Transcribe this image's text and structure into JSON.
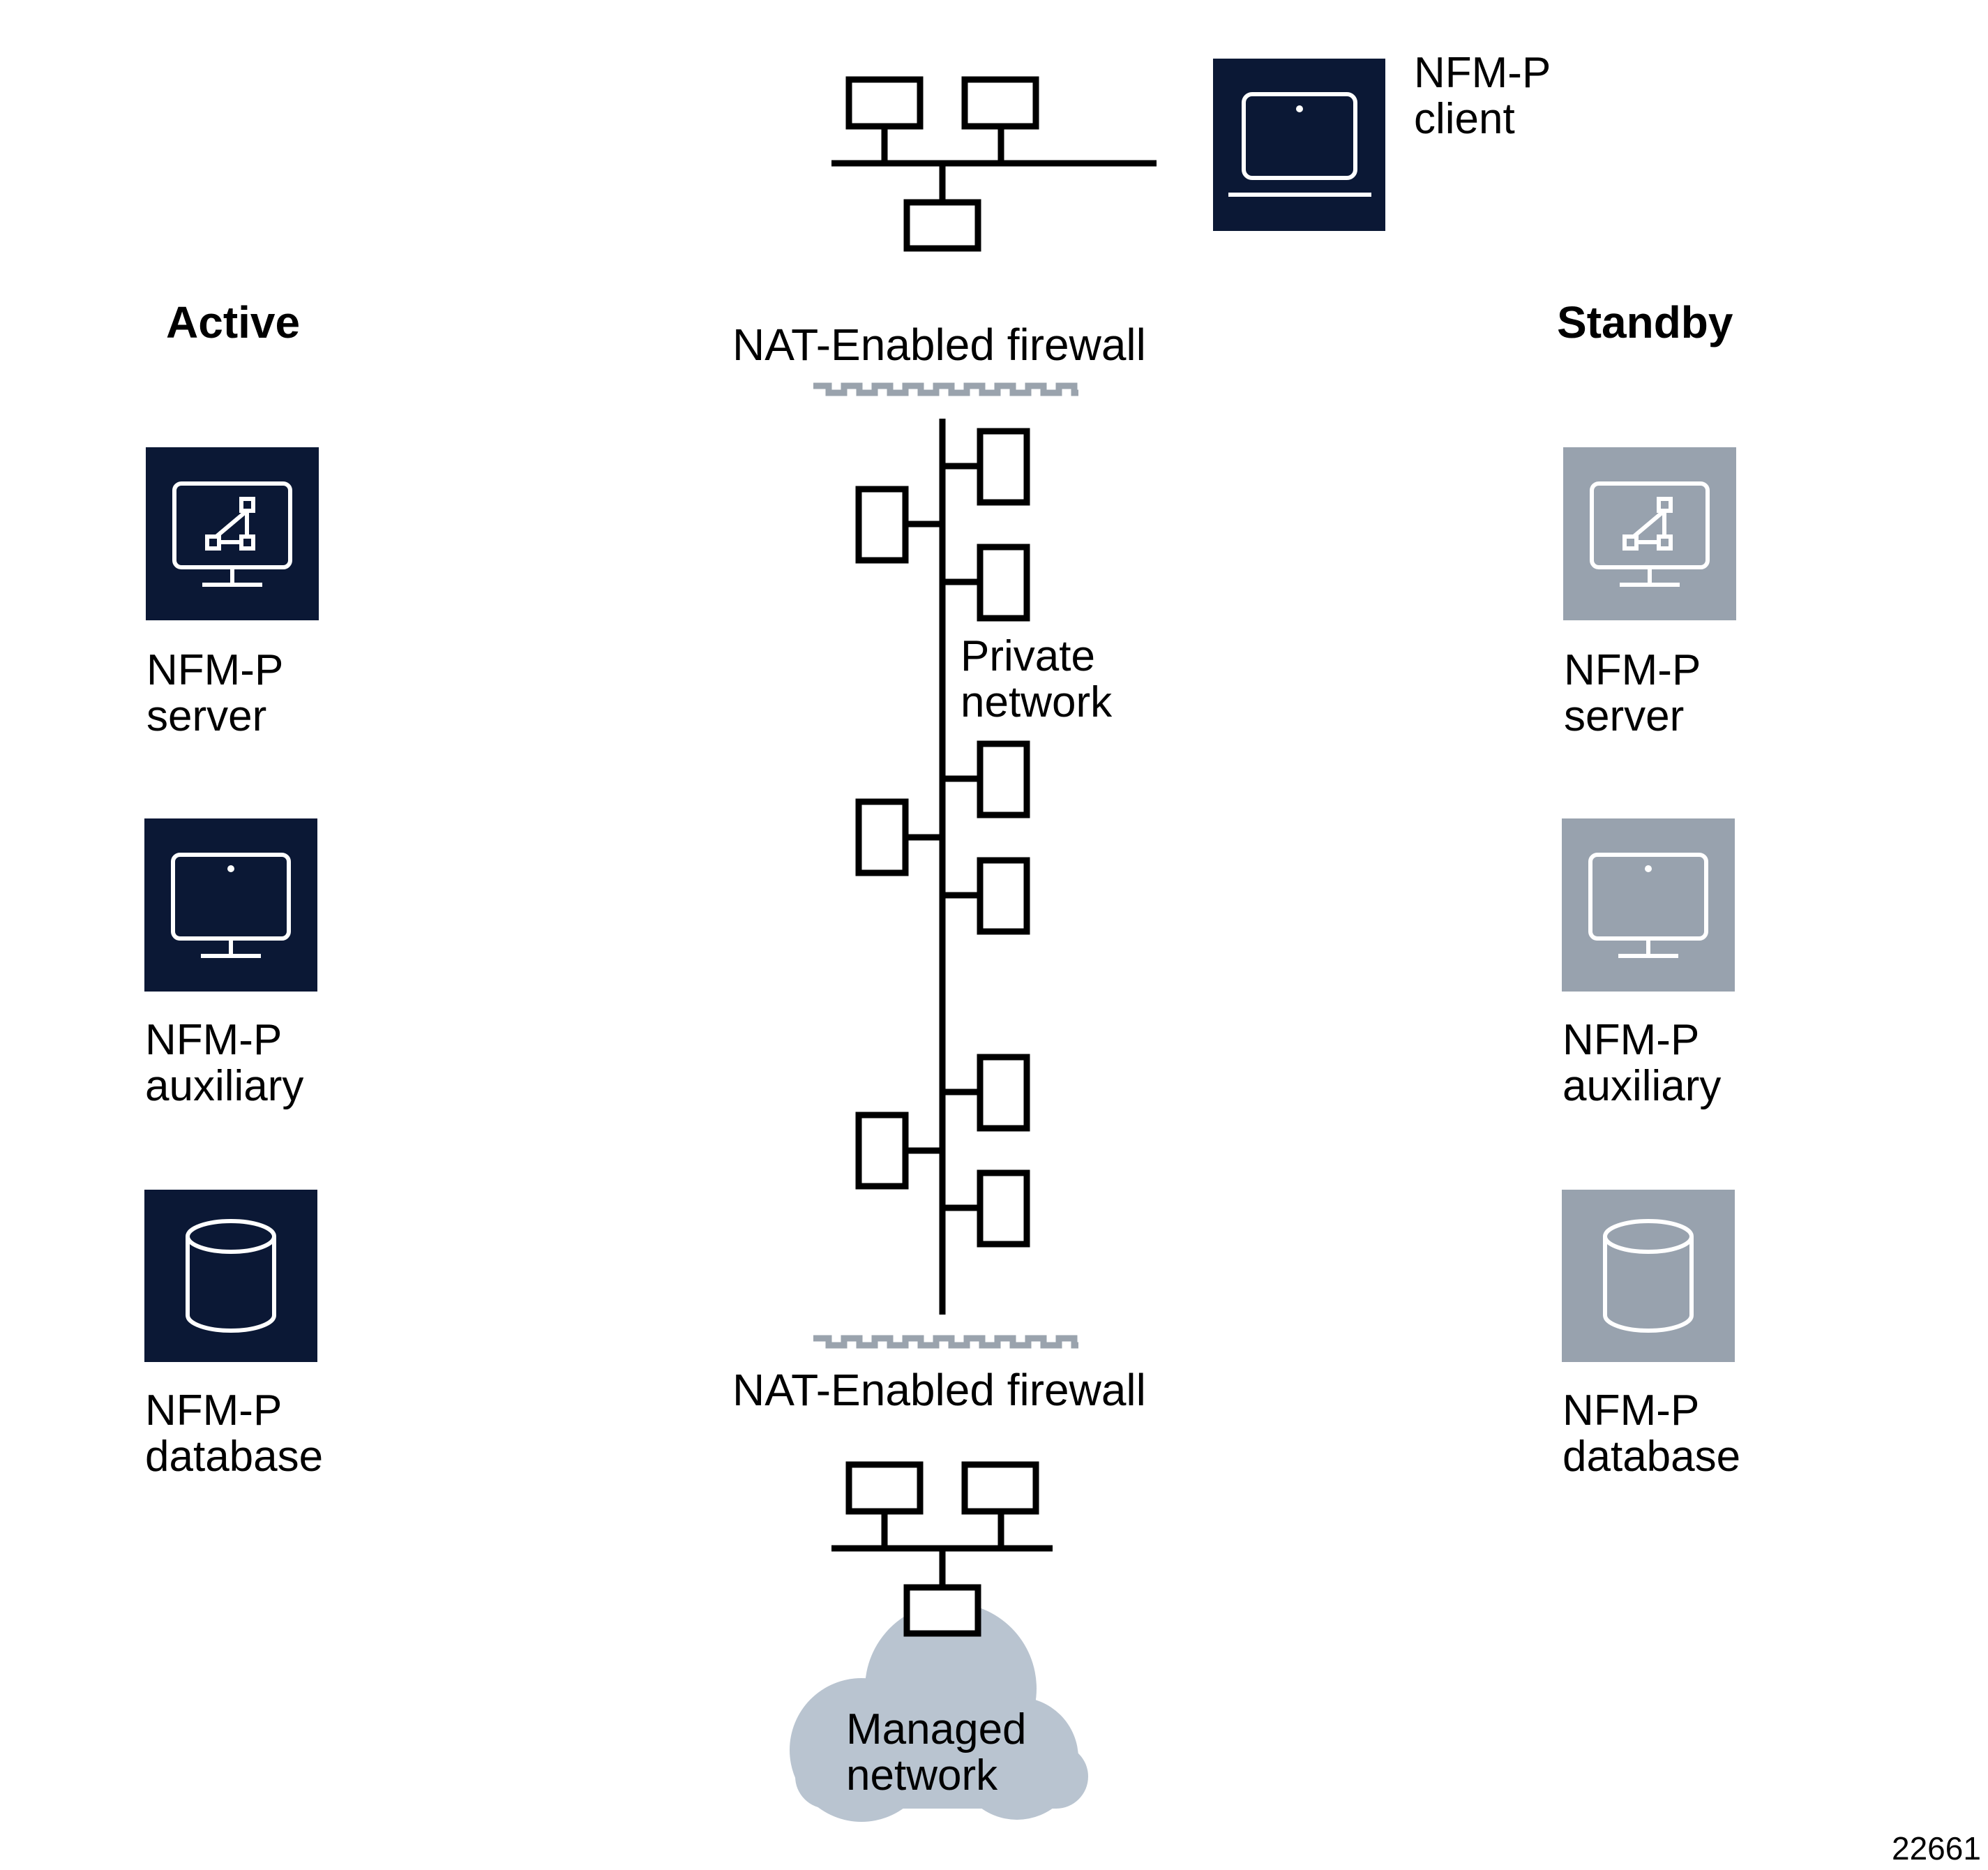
{
  "headings": {
    "active": "Active",
    "standby": "Standby"
  },
  "client": {
    "line1": "NFM-P",
    "line2": "client"
  },
  "firewall_top": {
    "label": "NAT-Enabled firewall"
  },
  "firewall_bottom": {
    "label": "NAT-Enabled firewall"
  },
  "private_network": {
    "line1": "Private",
    "line2": "network"
  },
  "managed_network": {
    "line1": "Managed",
    "line2": "network"
  },
  "active": {
    "server": {
      "line1": "NFM-P",
      "line2": "server"
    },
    "auxiliary": {
      "line1": "NFM-P",
      "line2": "auxiliary"
    },
    "database": {
      "line1": "NFM-P",
      "line2": "database"
    }
  },
  "standby": {
    "server": {
      "line1": "NFM-P",
      "line2": "server"
    },
    "auxiliary": {
      "line1": "NFM-P",
      "line2": "auxiliary"
    },
    "database": {
      "line1": "NFM-P",
      "line2": "database"
    }
  },
  "figure_number": "22661",
  "colors": {
    "active_tile": "#0b1835",
    "standby_tile": "#98a2ae",
    "firewall_dash": "#9aa3ad",
    "cloud": "#b9c4d0"
  }
}
